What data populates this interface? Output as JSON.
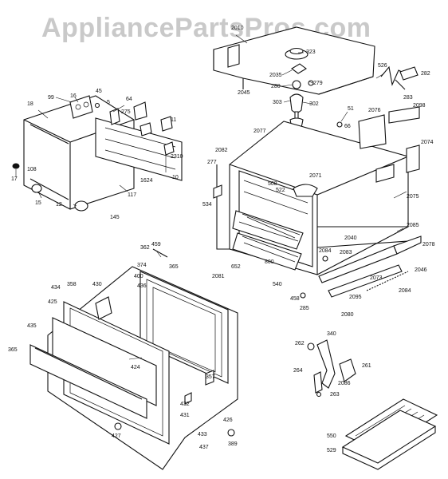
{
  "watermark": "AppliancePartsPros.com",
  "labels": {
    "top_panel": [
      "2010",
      "323",
      "2035",
      "280",
      "279",
      "2045",
      "303",
      "302",
      "51",
      "526",
      "282",
      "283"
    ],
    "control_panel": [
      "99",
      "16",
      "45",
      "18",
      "5",
      "64",
      "11",
      "275",
      "2310",
      "17",
      "10",
      "108",
      "1624",
      "15",
      "12",
      "117",
      "145"
    ],
    "oven_body": [
      "2076",
      "2098",
      "2077",
      "2074",
      "2082",
      "66",
      "277",
      "2071",
      "508",
      "522",
      "534",
      "2075",
      "2085",
      "2040",
      "2078",
      "2084",
      "2083",
      "2046",
      "652",
      "800",
      "540",
      "2073",
      "2081",
      "2084",
      "458",
      "285",
      "2080",
      "2095"
    ],
    "door": [
      "459",
      "362",
      "374",
      "365",
      "400",
      "436",
      "430",
      "434",
      "358",
      "425",
      "435",
      "365",
      "424",
      "357",
      "432",
      "431",
      "426",
      "427",
      "433",
      "437",
      "389"
    ],
    "hinge": [
      "340",
      "262",
      "261",
      "264",
      "2086",
      "263"
    ],
    "broiler_pan": [
      "550",
      "529"
    ]
  }
}
